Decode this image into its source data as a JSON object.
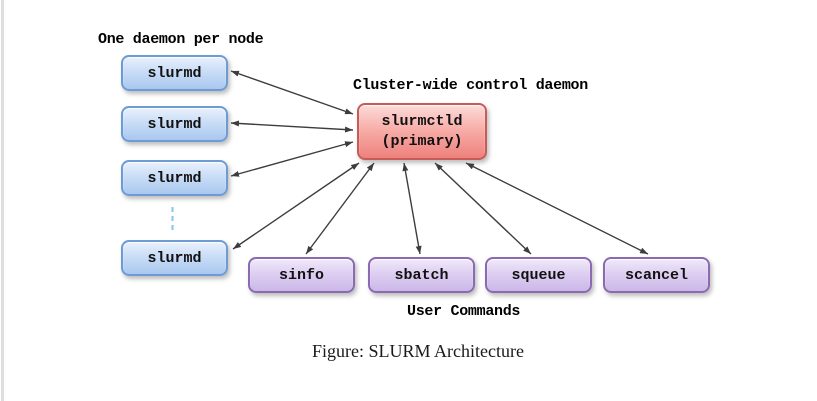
{
  "diagram": {
    "labels": {
      "daemons_group": "One daemon per node",
      "control_group": "Cluster-wide control daemon",
      "commands_group": "User Commands"
    },
    "daemon_nodes": [
      {
        "label": "slurmd"
      },
      {
        "label": "slurmd"
      },
      {
        "label": "slurmd"
      },
      {
        "label": "slurmd"
      }
    ],
    "control_node": {
      "name": "slurmctld",
      "role": "(primary)"
    },
    "command_nodes": [
      {
        "label": "sinfo"
      },
      {
        "label": "sbatch"
      },
      {
        "label": "squeue"
      },
      {
        "label": "scancel"
      }
    ],
    "caption": "Figure: SLURM Architecture",
    "colors": {
      "daemon_box_border": "#6f9bd4",
      "daemon_box_fill_top": "#e9f1fc",
      "daemon_box_fill_bottom": "#a9c8ef",
      "control_box_border": "#c75b55",
      "control_box_fill_top": "#fcdbd8",
      "control_box_fill_bottom": "#ee817d",
      "command_box_border": "#8a6ab0",
      "command_box_fill_top": "#f0e9f9",
      "command_box_fill_bottom": "#cbb8e8",
      "arrow": "#3d3d3d",
      "dashed_connector": "#86c5e8",
      "text": "#000000"
    }
  }
}
